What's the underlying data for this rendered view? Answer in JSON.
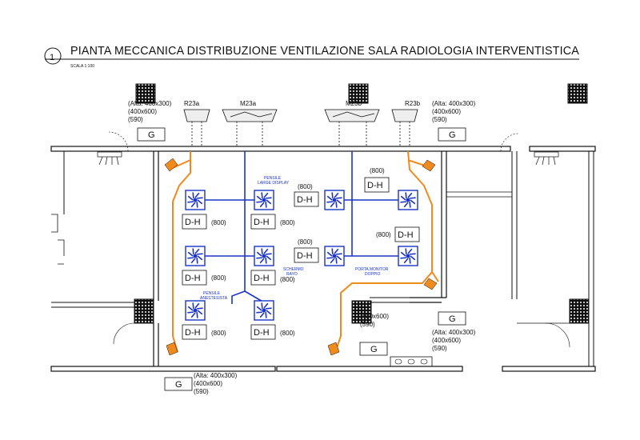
{
  "title": {
    "number": "1",
    "text": "PIANTA MECCANICA DISTRIBUZIONE VENTILAZIONE SALA RADIOLOGIA INTERVENTISTICA",
    "scale": "SCALA 1:100"
  },
  "colors": {
    "supply": "#1b33c9",
    "exhaust": "#f08a1c",
    "wall": "#111111"
  },
  "grille_labels": [
    {
      "name": "grille-top-left",
      "code": "G",
      "lines": [
        "(Alta: 400x300)",
        "(400x600)",
        "(590)"
      ]
    },
    {
      "name": "grille-top-right",
      "code": "G",
      "lines": [
        "(Alta: 400x300)",
        "(400x600)",
        "(590)"
      ]
    },
    {
      "name": "grille-bottom-left",
      "code": "G",
      "lines": [
        "(Alta: 400x300)",
        "(400x600)",
        "(590)"
      ]
    },
    {
      "name": "grille-bottom-right",
      "code": "G",
      "lines": [
        "(Alta: 400x300)",
        "(400x600)",
        "(590)"
      ]
    },
    {
      "name": "grille-bottom-center",
      "code": "G",
      "lines": [
        "(400x600)",
        "(590)"
      ]
    }
  ],
  "units": {
    "r23a": "R23a",
    "m23a": "M23a",
    "m23b": "M23b",
    "r23b": "R23b"
  },
  "diffuser_code": "D-H",
  "diffuser_size": "(800)",
  "room_labels": {
    "pensile_large_1": "PENSILE",
    "pensile_large_2": "LARGE DISPLAY",
    "pensile_anest_1": "PENSILE",
    "pensile_anest_2": "ANESTESISTA",
    "schermo_1": "SCHERMO",
    "schermo_2": "RAYO",
    "porta_1": "PORTA MONITOR",
    "porta_2": "DOPPIO"
  }
}
